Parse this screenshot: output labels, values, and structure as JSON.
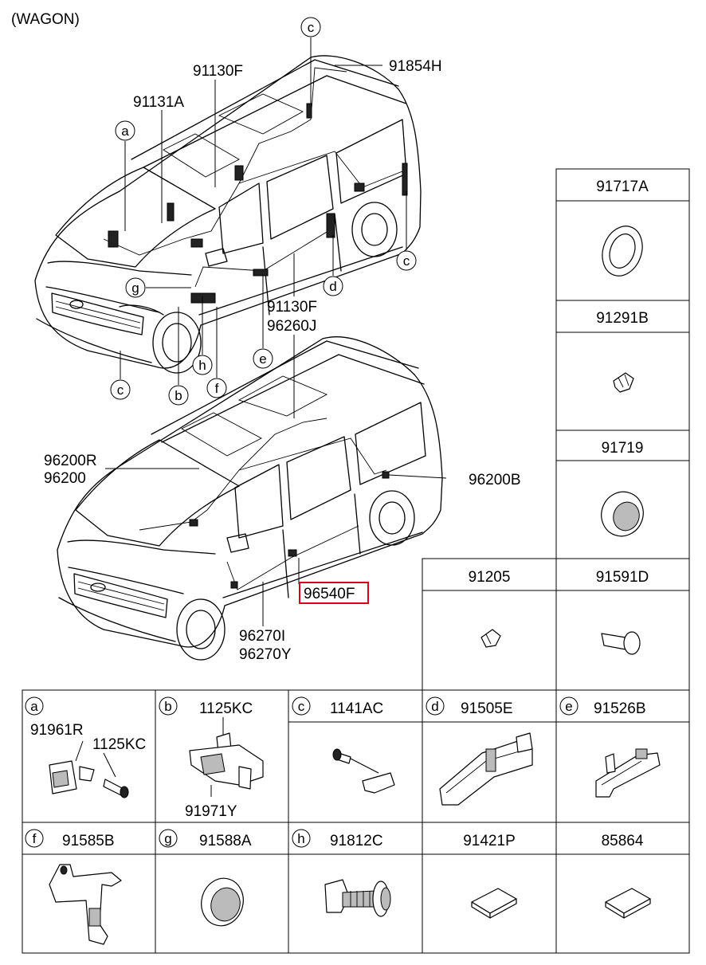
{
  "header": {
    "variant": "(WAGON)"
  },
  "callouts": {
    "top_van": [
      "91130F",
      "91854H",
      "91131A",
      "91130F",
      "96260J"
    ],
    "bottom_van": [
      "96200R",
      "96200",
      "96200B",
      "96540F",
      "96270I",
      "96270Y"
    ],
    "highlighted": "96540F"
  },
  "circle_letters": [
    "a",
    "b",
    "c",
    "d",
    "e",
    "f",
    "g",
    "h"
  ],
  "right_column": [
    {
      "part": "91717A"
    },
    {
      "part": "91291B"
    },
    {
      "part": "91719"
    },
    {
      "part": "91591D"
    }
  ],
  "small_cell": {
    "part": "91205"
  },
  "grid_row1": [
    {
      "letter": "a",
      "parts": [
        "91961R",
        "1125KC"
      ]
    },
    {
      "letter": "b",
      "parts": [
        "1125KC",
        "91971Y"
      ]
    },
    {
      "letter": "c",
      "parts": [
        "1141AC"
      ]
    },
    {
      "letter": "d",
      "parts": [
        "91505E"
      ]
    },
    {
      "letter": "e",
      "parts": [
        "91526B"
      ]
    }
  ],
  "grid_row2": [
    {
      "letter": "f",
      "parts": [
        "91585B"
      ]
    },
    {
      "letter": "g",
      "parts": [
        "91588A"
      ]
    },
    {
      "letter": "h",
      "parts": [
        "91812C"
      ]
    },
    {
      "letter": "",
      "parts": [
        "91421P"
      ]
    },
    {
      "letter": "",
      "parts": [
        "85864"
      ]
    }
  ]
}
